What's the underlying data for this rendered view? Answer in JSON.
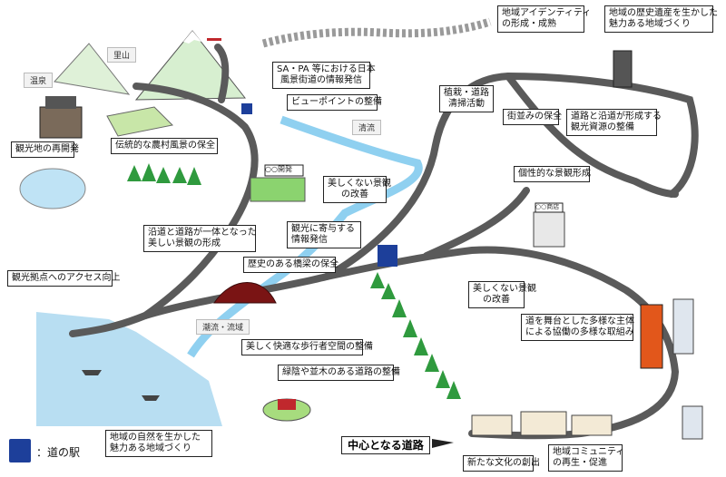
{
  "labels": {
    "identity": "地域アイデンティティ\nの形成・成熟",
    "heritage": "地域の歴史遺産を生かした\n魅力ある地域づくり",
    "sapa": "SA・PA 等における日本\n風景街道の情報発信",
    "viewpoint": "ビューポイントの整備",
    "planting": "植栽・道路\n清掃活動",
    "streetscape": "街並みの保全",
    "tourism_resources": "道路と沿道が形成する\n観光資源の整備",
    "hot_spring_dev": "観光地の再開発",
    "farm_scenery": "伝統的な農村風景の保全",
    "ugly_scenery_1": "美しくない景観\nの改善",
    "unique_scenery": "個性的な景観形成",
    "unified_scenery": "沿道と道路が一体となった\n美しい景観の形成",
    "tourism_info": "観光に寄与する\n情報発信",
    "access": "観光拠点へのアクセス向上",
    "bridge": "歴史のある橋梁の保全",
    "ugly_scenery_2": "美しくない景観\nの改善",
    "collaboration": "道を舞台とした多様な主体\nによる協働の多様な取組み",
    "pedestrian": "美しく快適な歩行者空間の整備",
    "greenery": "緑陰や並木のある道路の整備",
    "nature": "地域の自然を生かした\n魅力ある地域づくり",
    "culture": "新たな文化の創出",
    "community": "地域コミュニティ\nの再生・促進"
  },
  "tags": {
    "satoyama": "里山",
    "onsen": "温泉",
    "seiryu": "清流",
    "choryu": "潮流・流域"
  },
  "signs": {
    "dev": "○○開発",
    "store": "○○商店"
  },
  "main_road": "中心となる道路",
  "legend": {
    "text": "：道の駅"
  },
  "colors": {
    "road": "#5a5a5a",
    "river": "#8fd0f0",
    "sea": "#b8def2",
    "tree": "#2f9a3e",
    "bridge": "#7a1414",
    "legend_icon": "#1d3f9a",
    "building_orange": "#e2571b"
  }
}
